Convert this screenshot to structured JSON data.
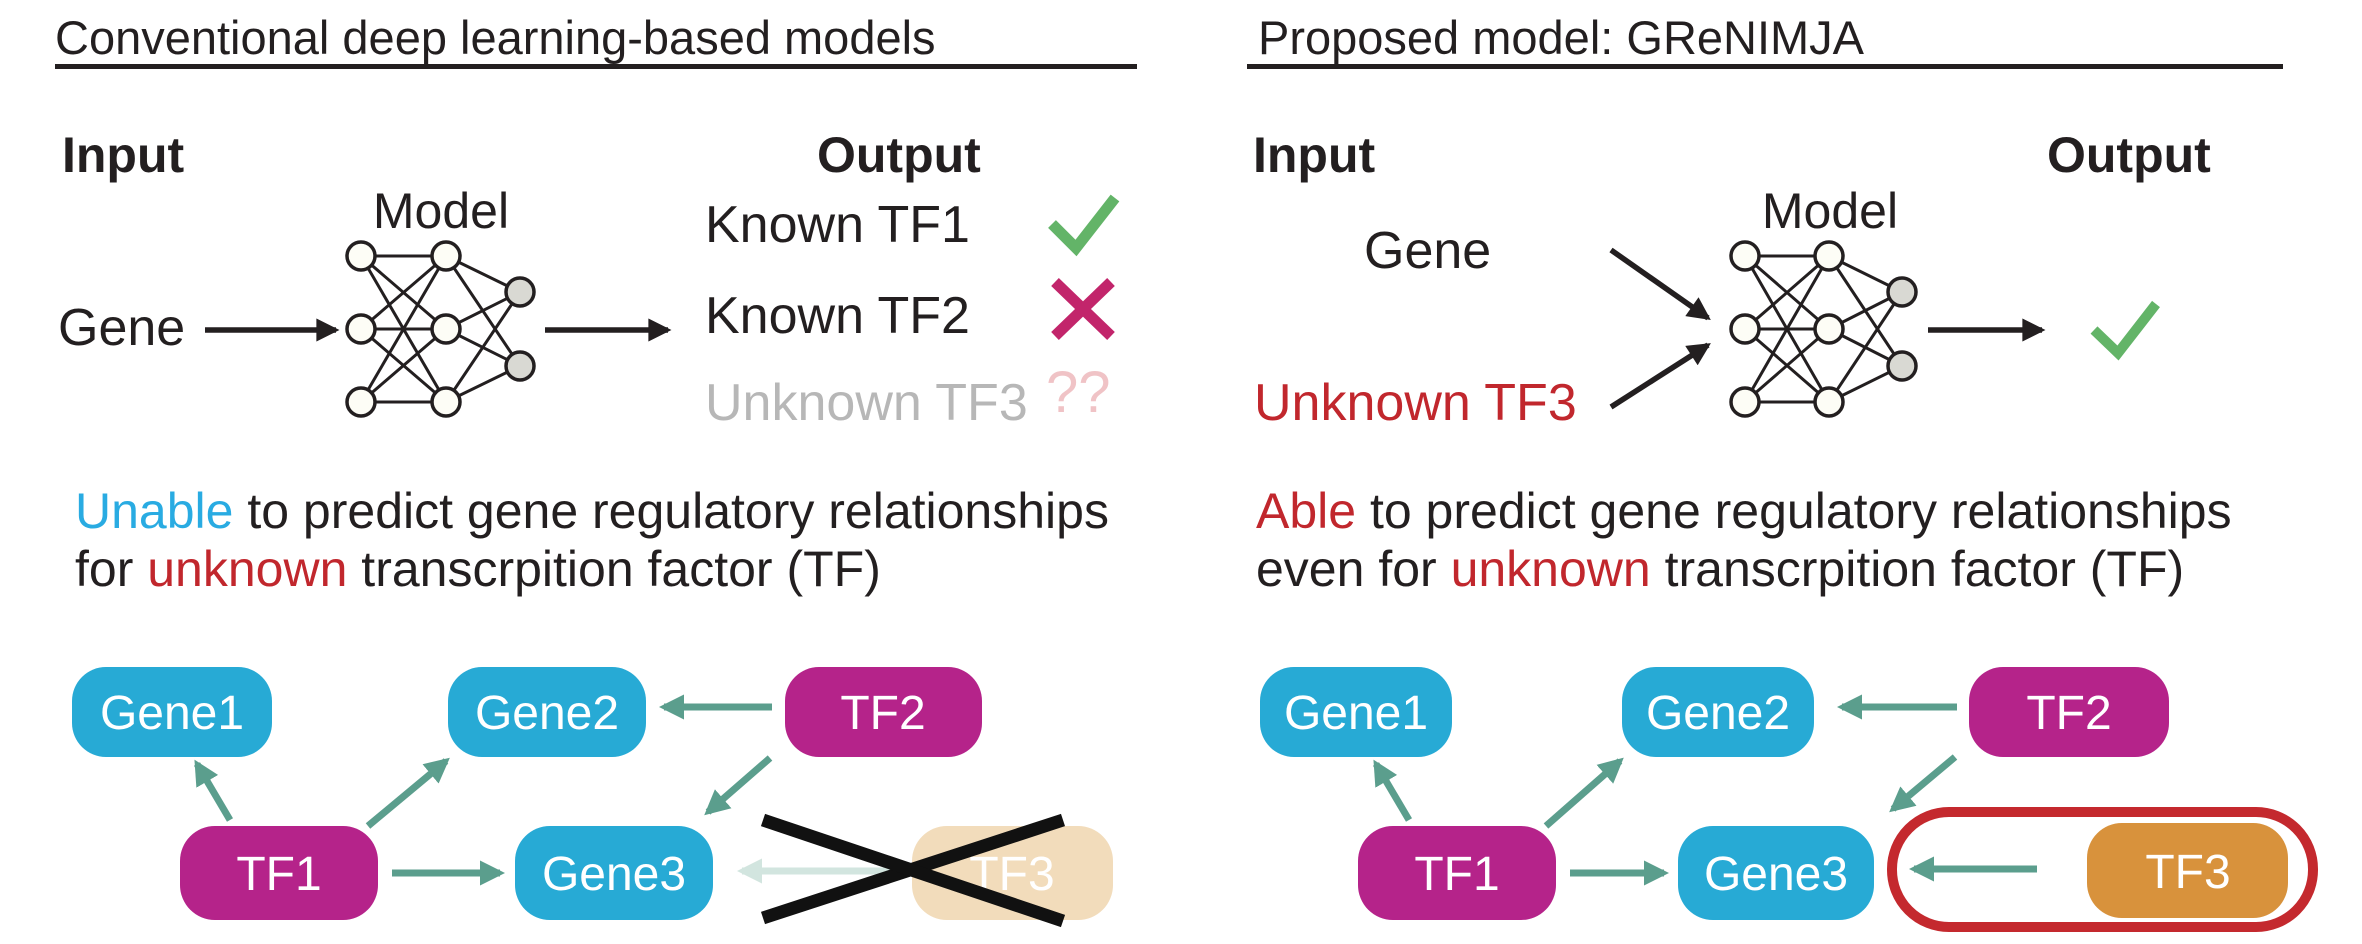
{
  "colors": {
    "ink": "#231f20",
    "blue-accent": "#29abe2",
    "red-accent": "#c1272d",
    "gene-blue": "#27aad5",
    "tf-magenta": "#b5238a",
    "tf-tan": "#f2dcbb",
    "tf-orange": "#d8923c",
    "arrow-teal": "#5b9e8d",
    "arrow-pale": "#d2e5df",
    "check-green": "#63b468",
    "cross-crimson": "#c2256b",
    "unknown-gray": "#b7b7b7",
    "qq-pink": "#f0c3c6",
    "node-gray": "#d9d9d3",
    "node-white": "#fdfdf6",
    "highlight-red": "#c4292e"
  },
  "left": {
    "title": "Conventional deep learning-based models",
    "input_label": "Input",
    "output_label": "Output",
    "model_label": "Model",
    "gene_label": "Gene",
    "outputs": [
      {
        "label": "Known TF1",
        "mark": "check"
      },
      {
        "label": "Known TF2",
        "mark": "cross"
      },
      {
        "label": "Unknown TF3",
        "mark": "??"
      }
    ],
    "unknown_mark": "??",
    "caption": {
      "line1_accent": "Unable",
      "line1_rest": " to predict gene regulatory relationships",
      "line2_pre": "for ",
      "line2_accent": "unknown",
      "line2_rest": " transcrpition factor (TF)"
    }
  },
  "right": {
    "title": "Proposed model: GReNIMJA",
    "input_label": "Input",
    "output_label": "Output",
    "model_label": "Model",
    "inputs": {
      "gene": "Gene",
      "unknown_tf": "Unknown TF3"
    },
    "caption": {
      "line1_accent": "Able",
      "line1_rest": " to predict gene regulatory relationships",
      "line2_pre": "even for ",
      "line2_accent": "unknown",
      "line2_rest": " transcrpition factor (TF)"
    }
  },
  "network_nodes": {
    "gene1": "Gene1",
    "gene2": "Gene2",
    "gene3": "Gene3",
    "tf1": "TF1",
    "tf2": "TF2",
    "tf3": "TF3"
  },
  "network_edges": {
    "left": [
      "TF1→Gene1",
      "TF1→Gene2",
      "TF1→Gene3",
      "TF2→Gene2",
      "TF2→Gene3",
      "TF3→Gene3 (crossed out)"
    ],
    "right": [
      "TF1→Gene1",
      "TF1→Gene2",
      "TF1→Gene3",
      "TF2→Gene2",
      "TF2→Gene3",
      "TF3→Gene3 (highlighted)"
    ]
  }
}
